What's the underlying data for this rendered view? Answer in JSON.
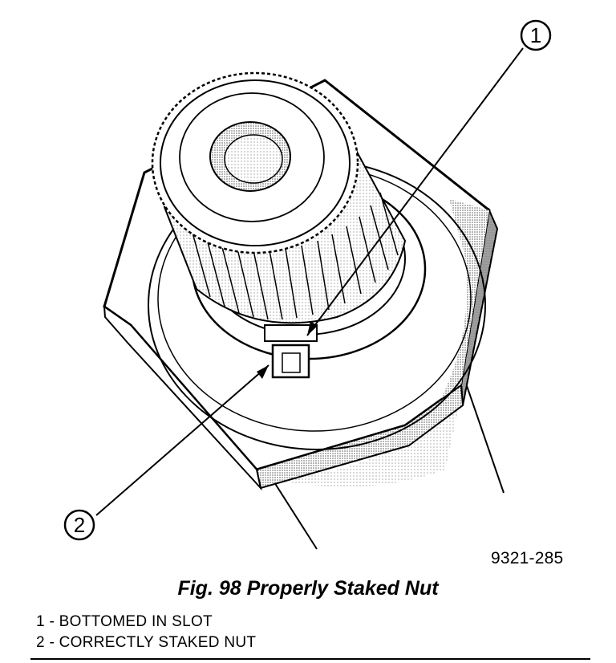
{
  "figure": {
    "id_label": "9321-285",
    "caption": "Fig. 98 Properly Staked Nut"
  },
  "callouts": [
    {
      "number": "1",
      "text": "1 - BOTTOMED IN SLOT"
    },
    {
      "number": "2",
      "text": "2 - CORRECTLY STAKED NUT"
    }
  ]
}
